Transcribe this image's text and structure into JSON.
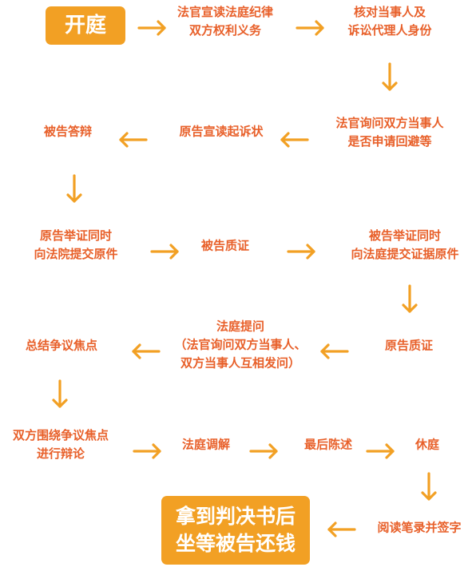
{
  "colors": {
    "node_text": "#e8602a",
    "pill_bg": "#f2a024",
    "pill_text": "#ffffff",
    "arrow": "#f2a024"
  },
  "start": {
    "text": "开庭"
  },
  "steps": {
    "court_discipline": [
      "法官宣读法庭纪律",
      "双方权利义务"
    ],
    "verify_identity": [
      "核对当事人及",
      "诉讼代理人身份"
    ],
    "ask_recusal": [
      "法官询问双方当事人",
      "是否申请回避等"
    ],
    "plaintiff_complaint": [
      "原告宣读起诉状"
    ],
    "defendant_defense": [
      "被告答辩"
    ],
    "plaintiff_evidence": [
      "原告举证同时",
      "向法院提交原件"
    ],
    "defendant_cross": [
      "被告质证"
    ],
    "defendant_evidence": [
      "被告举证同时",
      "向法庭提交证据原件"
    ],
    "plaintiff_cross": [
      "原告质证"
    ],
    "court_questions": [
      "法庭提问",
      "（法官询问双方当事人、",
      "双方当事人互相发问）"
    ],
    "summarize_issues": [
      "总结争议焦点"
    ],
    "debate": [
      "双方围绕争议焦点",
      "进行辩论"
    ],
    "mediation": [
      "法庭调解"
    ],
    "final_statement": [
      "最后陈述"
    ],
    "adjourn": [
      "休庭"
    ],
    "sign_record": [
      "阅读笔录并签字"
    ]
  },
  "end": {
    "lines": [
      "拿到判决书后",
      "坐等被告还钱"
    ]
  }
}
